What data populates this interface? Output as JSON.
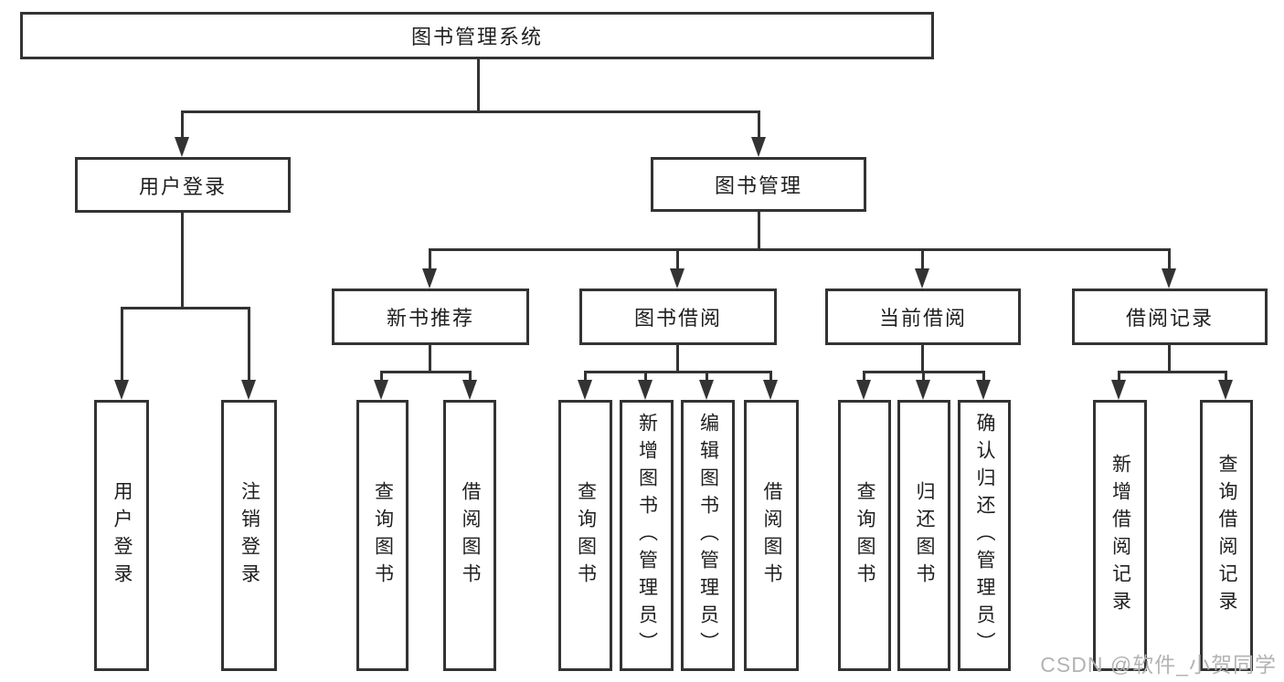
{
  "colors": {
    "line": "#333333",
    "text": "#1f1f1f",
    "background": "#ffffff",
    "watermark_color": "#b3b3b3"
  },
  "tree": {
    "root": {
      "label": "图书管理系统",
      "children": [
        {
          "label": "用户登录",
          "children": [
            {
              "label": "用户登录"
            },
            {
              "label": "注销登录"
            }
          ]
        },
        {
          "label": "图书管理",
          "children": [
            {
              "label": "新书推荐",
              "children": [
                {
                  "label": "查询图书"
                },
                {
                  "label": "借阅图书"
                }
              ]
            },
            {
              "label": "图书借阅",
              "children": [
                {
                  "label": "查询图书"
                },
                {
                  "label": "新增图书（管理员）"
                },
                {
                  "label": "编辑图书（管理员）"
                },
                {
                  "label": "借阅图书"
                }
              ]
            },
            {
              "label": "当前借阅",
              "children": [
                {
                  "label": "查询图书"
                },
                {
                  "label": "归还图书"
                },
                {
                  "label": "确认归还（管理员）"
                }
              ]
            },
            {
              "label": "借阅记录",
              "children": [
                {
                  "label": "新增借阅记录"
                },
                {
                  "label": "查询借阅记录"
                }
              ]
            }
          ]
        }
      ]
    }
  },
  "watermark": {
    "text": "CSDN @软件_小贺同学"
  }
}
